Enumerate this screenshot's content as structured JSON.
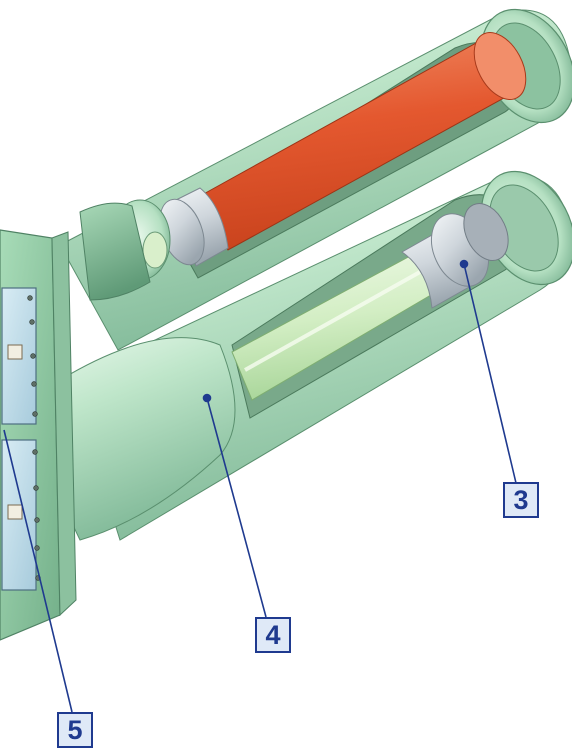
{
  "callouts": [
    {
      "label": "3"
    },
    {
      "label": "4"
    },
    {
      "label": "5"
    }
  ],
  "colors": {
    "housing_green": "#b9e3c4",
    "housing_green_dark": "#6fae85",
    "cylinder_orange": "#e8623f",
    "cylinder_inner_green": "#d8f0c8",
    "sleeve_silver": "#d7dde3",
    "window_blue": "#bcd8e6",
    "callout_blue": "#1f3a8f"
  }
}
